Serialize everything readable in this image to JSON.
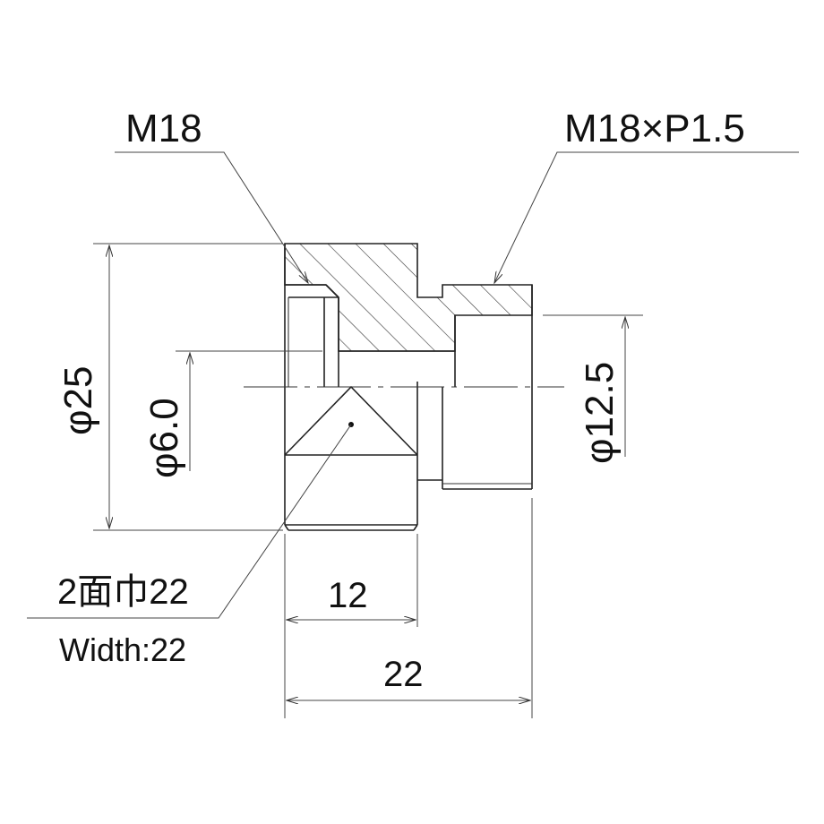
{
  "labels": {
    "thread_inner": "M18",
    "thread_outer": "M18×P1.5",
    "dia_outer": "φ25",
    "dia_bore": "φ6.0",
    "dia_neck": "φ12.5",
    "width_across_flats_jp": "2面巾22",
    "width_across_flats_en": "Width:22",
    "len_hex": "12",
    "len_total": "22"
  }
}
